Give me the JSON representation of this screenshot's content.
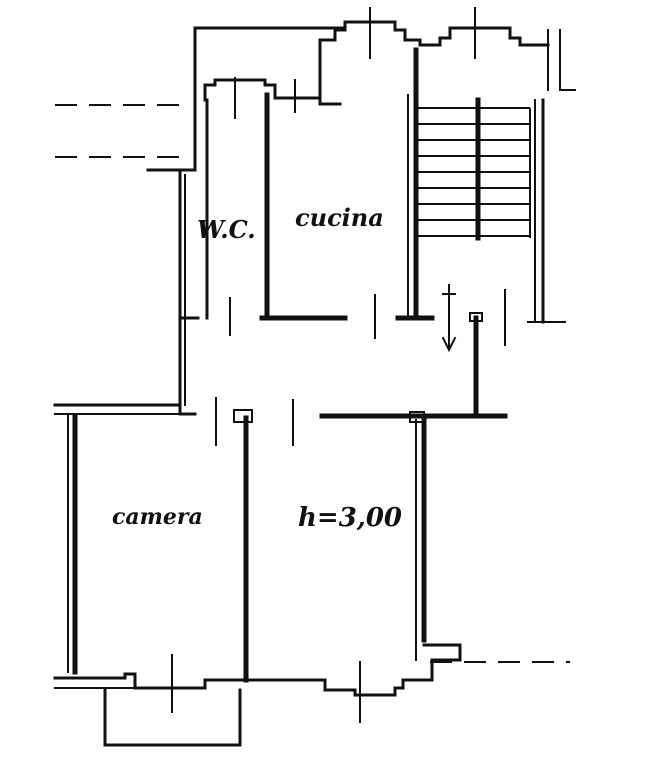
{
  "rooms": {
    "wc": "W.C.",
    "cucina": "cucina",
    "camera": "camera",
    "height": "h=3,00"
  }
}
